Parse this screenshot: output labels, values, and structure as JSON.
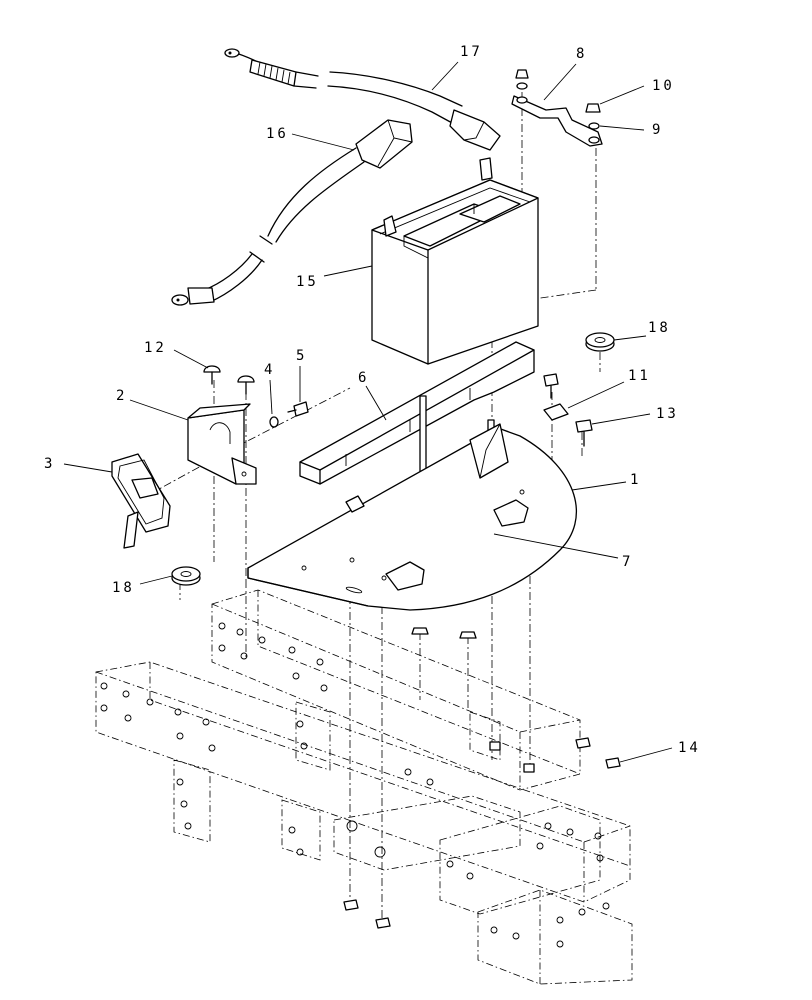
{
  "labels": {
    "p1": "1",
    "p2": "2",
    "p3": "3",
    "p4": "4",
    "p5": "5",
    "p6": "6",
    "p7": "7",
    "p8": "8",
    "p9": "9",
    "p10": "10",
    "p11": "11",
    "p12": "12",
    "p13": "13",
    "p14": "14",
    "p15": "15",
    "p16": "16",
    "p17": "17",
    "p18a": "18",
    "p18b": "18"
  }
}
